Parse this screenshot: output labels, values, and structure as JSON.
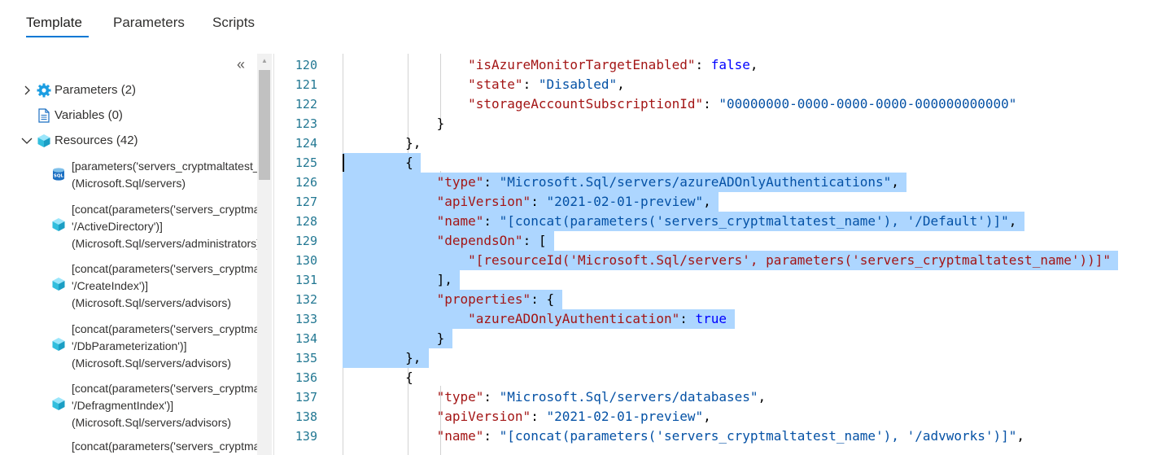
{
  "tabs": [
    {
      "label": "Template",
      "active": true
    },
    {
      "label": "Parameters",
      "active": false
    },
    {
      "label": "Scripts",
      "active": false
    }
  ],
  "tree": {
    "collapse_glyph": "«",
    "nodes": [
      {
        "label": "Parameters (2)",
        "icon": "gear-icon",
        "expanded": false
      },
      {
        "label": "Variables (0)",
        "icon": "document-icon"
      },
      {
        "label": "Resources (42)",
        "icon": "cube-icon",
        "expanded": true
      }
    ],
    "resources": [
      {
        "icon": "sql-icon",
        "lines": [
          "[parameters('servers_cryptmaltatest_name')]",
          "(Microsoft.Sql/servers)"
        ]
      },
      {
        "icon": "cube-icon",
        "lines": [
          "[concat(parameters('servers_cryptmaltatest_name'),",
          "'/ActiveDirectory')]",
          "(Microsoft.Sql/servers/administrators)"
        ]
      },
      {
        "icon": "cube-icon",
        "lines": [
          "[concat(parameters('servers_cryptmaltatest_name'),",
          "'/CreateIndex')]",
          "(Microsoft.Sql/servers/advisors)"
        ]
      },
      {
        "icon": "cube-icon",
        "lines": [
          "[concat(parameters('servers_cryptmaltatest_name'),",
          "'/DbParameterization')]",
          "(Microsoft.Sql/servers/advisors)"
        ]
      },
      {
        "icon": "cube-icon",
        "lines": [
          "[concat(parameters('servers_cryptmaltatest_name'),",
          "'/DefragmentIndex')]",
          "(Microsoft.Sql/servers/advisors)"
        ]
      },
      {
        "icon": "cube-icon",
        "lines": [
          "[concat(parameters('servers_cryptmaltatest_name'),"
        ]
      }
    ]
  },
  "editor": {
    "lines": [
      {
        "n": "120",
        "tokens": [
          {
            "t": "                ",
            "c": ""
          },
          {
            "t": "\"isAzureMonitorTargetEnabled\"",
            "c": "k"
          },
          {
            "t": ": ",
            "c": ""
          },
          {
            "t": "false",
            "c": "b"
          },
          {
            "t": ",",
            "c": ""
          }
        ]
      },
      {
        "n": "121",
        "tokens": [
          {
            "t": "                ",
            "c": ""
          },
          {
            "t": "\"state\"",
            "c": "k"
          },
          {
            "t": ": ",
            "c": ""
          },
          {
            "t": "\"Disabled\"",
            "c": "s"
          },
          {
            "t": ",",
            "c": ""
          }
        ]
      },
      {
        "n": "122",
        "tokens": [
          {
            "t": "                ",
            "c": ""
          },
          {
            "t": "\"storageAccountSubscriptionId\"",
            "c": "k"
          },
          {
            "t": ": ",
            "c": ""
          },
          {
            "t": "\"00000000-0000-0000-0000-000000000000\"",
            "c": "s"
          }
        ]
      },
      {
        "n": "123",
        "tokens": [
          {
            "t": "            }",
            "c": ""
          }
        ]
      },
      {
        "n": "124",
        "tokens": [
          {
            "t": "        },",
            "c": ""
          }
        ]
      },
      {
        "n": "125",
        "tokens": [
          {
            "t": "        {",
            "c": ""
          }
        ]
      },
      {
        "n": "126",
        "tokens": [
          {
            "t": "            ",
            "c": ""
          },
          {
            "t": "\"type\"",
            "c": "k"
          },
          {
            "t": ": ",
            "c": ""
          },
          {
            "t": "\"Microsoft.Sql/servers/azureADOnlyAuthentications\"",
            "c": "s"
          },
          {
            "t": ",",
            "c": ""
          }
        ]
      },
      {
        "n": "127",
        "tokens": [
          {
            "t": "            ",
            "c": ""
          },
          {
            "t": "\"apiVersion\"",
            "c": "k"
          },
          {
            "t": ": ",
            "c": ""
          },
          {
            "t": "\"2021-02-01-preview\"",
            "c": "s"
          },
          {
            "t": ",",
            "c": ""
          }
        ]
      },
      {
        "n": "128",
        "tokens": [
          {
            "t": "            ",
            "c": ""
          },
          {
            "t": "\"name\"",
            "c": "k"
          },
          {
            "t": ": ",
            "c": ""
          },
          {
            "t": "\"[concat(parameters('servers_cryptmaltatest_name'), '/Default')]\"",
            "c": "s"
          },
          {
            "t": ",",
            "c": ""
          }
        ]
      },
      {
        "n": "129",
        "tokens": [
          {
            "t": "            ",
            "c": ""
          },
          {
            "t": "\"dependsOn\"",
            "c": "k"
          },
          {
            "t": ": [",
            "c": ""
          }
        ]
      },
      {
        "n": "130",
        "tokens": [
          {
            "t": "                ",
            "c": ""
          },
          {
            "t": "\"[resourceId('Microsoft.Sql/servers', parameters('servers_cryptmaltatest_name'))]\"",
            "c": "k"
          }
        ]
      },
      {
        "n": "131",
        "tokens": [
          {
            "t": "            ],",
            "c": ""
          }
        ]
      },
      {
        "n": "132",
        "tokens": [
          {
            "t": "            ",
            "c": ""
          },
          {
            "t": "\"properties\"",
            "c": "k"
          },
          {
            "t": ": {",
            "c": ""
          }
        ]
      },
      {
        "n": "133",
        "tokens": [
          {
            "t": "                ",
            "c": ""
          },
          {
            "t": "\"azureADOnlyAuthentication\"",
            "c": "k"
          },
          {
            "t": ": ",
            "c": ""
          },
          {
            "t": "true",
            "c": "b"
          }
        ]
      },
      {
        "n": "134",
        "tokens": [
          {
            "t": "            }",
            "c": ""
          }
        ]
      },
      {
        "n": "135",
        "tokens": [
          {
            "t": "        },",
            "c": ""
          }
        ]
      },
      {
        "n": "136",
        "tokens": [
          {
            "t": "        {",
            "c": ""
          }
        ]
      },
      {
        "n": "137",
        "tokens": [
          {
            "t": "            ",
            "c": ""
          },
          {
            "t": "\"type\"",
            "c": "k"
          },
          {
            "t": ": ",
            "c": ""
          },
          {
            "t": "\"Microsoft.Sql/servers/databases\"",
            "c": "s"
          },
          {
            "t": ",",
            "c": ""
          }
        ]
      },
      {
        "n": "138",
        "tokens": [
          {
            "t": "            ",
            "c": ""
          },
          {
            "t": "\"apiVersion\"",
            "c": "k"
          },
          {
            "t": ": ",
            "c": ""
          },
          {
            "t": "\"2021-02-01-preview\"",
            "c": "s"
          },
          {
            "t": ",",
            "c": ""
          }
        ]
      },
      {
        "n": "139",
        "tokens": [
          {
            "t": "            ",
            "c": ""
          },
          {
            "t": "\"name\"",
            "c": "k"
          },
          {
            "t": ": ",
            "c": ""
          },
          {
            "t": "\"[concat(parameters('servers_cryptmaltatest_name'), '/advworks')]\"",
            "c": "s"
          },
          {
            "t": ",",
            "c": ""
          }
        ]
      }
    ],
    "selected_lines": [
      "125",
      "126",
      "127",
      "128",
      "129",
      "130",
      "131",
      "132",
      "133",
      "134",
      "135"
    ]
  },
  "colors": {
    "accent": "#0078d4",
    "selection": "#add6ff",
    "line_number": "#237893",
    "json_key": "#a31515",
    "json_string": "#0451a5",
    "json_literal": "#0000ff"
  }
}
